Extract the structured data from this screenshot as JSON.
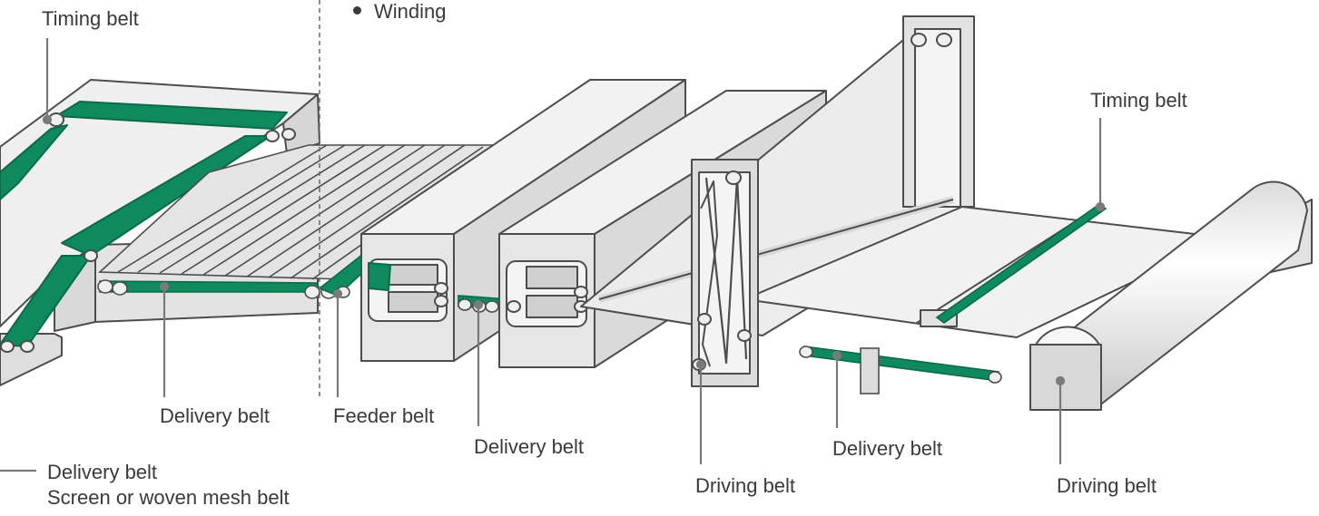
{
  "colors": {
    "belt": "#0f8a5f",
    "belt_dark": "#0a6b49",
    "machine_fill": "#e8e8e8",
    "machine_light": "#f4f4f4",
    "machine_dark": "#c9c9c9",
    "outline": "#4d4d4d",
    "leader": "#7a7a7a",
    "text": "#3a3a3a"
  },
  "process_step": "Winding",
  "labels": {
    "timing_belt_left": "Timing belt",
    "timing_belt_right": "Timing belt",
    "delivery_belt_1": "Delivery belt",
    "feeder_belt": "Feeder belt",
    "delivery_belt_2": "Delivery belt",
    "delivery_belt_3": "Delivery belt",
    "driving_belt_1": "Driving belt",
    "driving_belt_2": "Driving belt",
    "delivery_belt_bottom": "Delivery belt",
    "screen_mesh_belt": "Screen or woven mesh belt"
  }
}
